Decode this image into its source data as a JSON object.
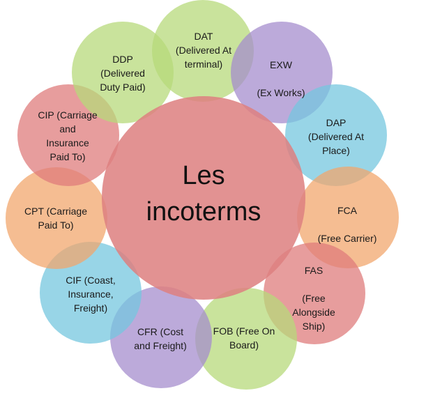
{
  "diagram": {
    "center": {
      "text": "Les\nincoterms",
      "color": "#dd8080"
    },
    "petals": [
      {
        "id": "dat",
        "text": "DAT\n(Delivered At\nterminal)",
        "color": "#b6d97a"
      },
      {
        "id": "exw",
        "text": "EXW\n\n(Ex Works)",
        "color": "#a58ccd"
      },
      {
        "id": "dap",
        "text": "DAP\n(Delivered At\nPlace)",
        "color": "#74c7df"
      },
      {
        "id": "fca",
        "text": "FCA\n\n(Free Carrier)",
        "color": "#f2a66c"
      },
      {
        "id": "fas",
        "text": "FAS\n\n(Free\nAlongside\nShip)",
        "color": "#df7b7b"
      },
      {
        "id": "fob",
        "text": "FOB (Free On\nBoard)",
        "color": "#b6d97a"
      },
      {
        "id": "cfr",
        "text": "CFR (Cost\nand Freight)",
        "color": "#a58ccd"
      },
      {
        "id": "cif",
        "text": "CIF (Coast,\nInsurance,\nFreight)",
        "color": "#74c7df"
      },
      {
        "id": "cpt",
        "text": "CPT (Carriage\nPaid To)",
        "color": "#f2a66c"
      },
      {
        "id": "cip",
        "text": "CIP (Carriage\nand\nInsurance\nPaid To)",
        "color": "#df7b7b"
      },
      {
        "id": "ddp",
        "text": "DDP\n(Delivered\nDuty Paid)",
        "color": "#b6d97a"
      }
    ]
  }
}
